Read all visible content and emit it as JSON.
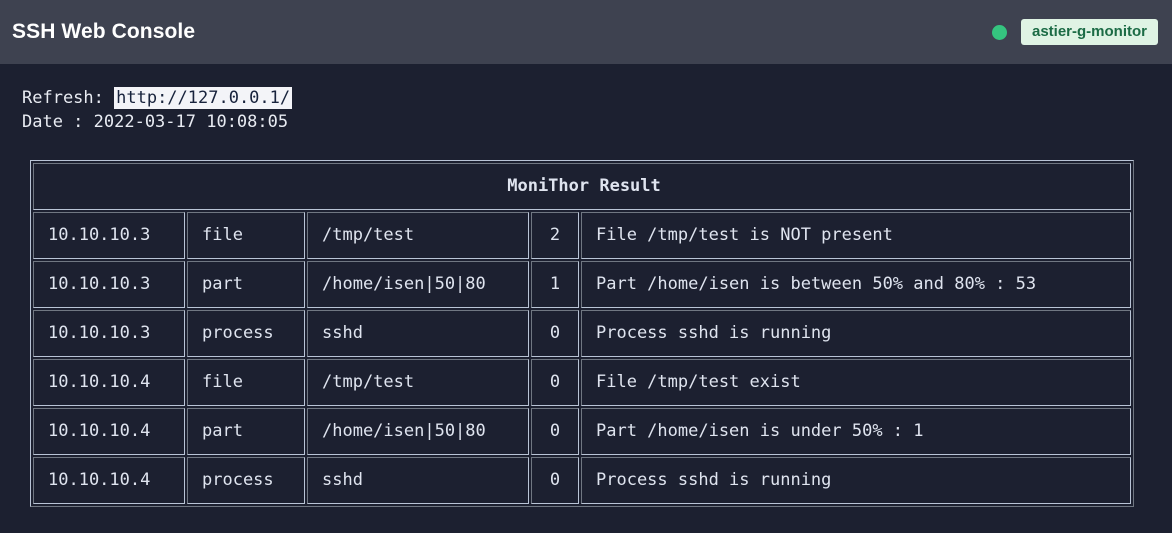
{
  "header": {
    "title": "SSH Web Console",
    "status_icon": "status-dot-icon",
    "status_color": "#35c47f",
    "host_badge": "astier-g-monitor",
    "badge_bg": "#dff3e4",
    "badge_fg": "#1b6b45",
    "bar_bg": "#3e4250"
  },
  "info": {
    "refresh_label": "Refresh: ",
    "refresh_url": "http://127.0.0.1/",
    "date_line": "Date : 2022-03-17 10:08:05"
  },
  "table": {
    "caption": "MoniThor Result",
    "rows": [
      {
        "ip": "10.10.10.3",
        "type": "file",
        "target": "/tmp/test",
        "code": "2",
        "message": "File /tmp/test is NOT present"
      },
      {
        "ip": "10.10.10.3",
        "type": "part",
        "target": "/home/isen|50|80",
        "code": "1",
        "message": "Part /home/isen is between 50% and 80% : 53"
      },
      {
        "ip": "10.10.10.3",
        "type": "process",
        "target": "sshd",
        "code": "0",
        "message": "Process sshd is running"
      },
      {
        "ip": "10.10.10.4",
        "type": "file",
        "target": "/tmp/test",
        "code": "0",
        "message": "File /tmp/test exist"
      },
      {
        "ip": "10.10.10.4",
        "type": "part",
        "target": "/home/isen|50|80",
        "code": "0",
        "message": "Part /home/isen is under 50% : 1"
      },
      {
        "ip": "10.10.10.4",
        "type": "process",
        "target": "sshd",
        "code": "0",
        "message": "Process sshd is running"
      }
    ]
  },
  "page": {
    "background": "#1c2030",
    "text_color": "#dfe4ef",
    "border_color": "#b9c4d6"
  }
}
